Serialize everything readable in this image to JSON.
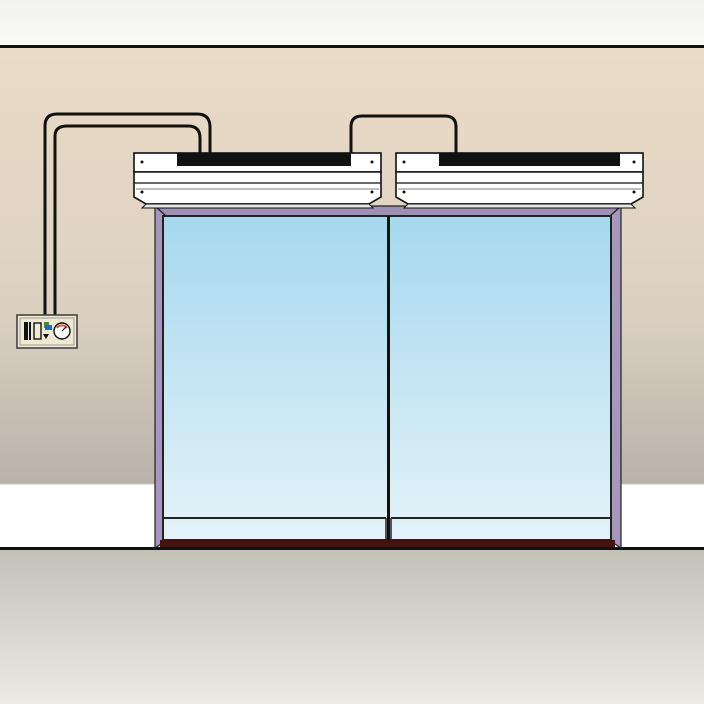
{
  "scene": {
    "title": "",
    "colors": {
      "ceiling": "#f6f6f4",
      "wall_top": "#eadbc6",
      "wall_mid": "#dcd1c1",
      "wall_bottom": "#b8b2aa",
      "baseboard": "#ffffff",
      "floor_top": "#c3c0b6",
      "floor_bottom": "#ede9e5",
      "door_frame": "#9e8fb5",
      "glass_top": "#a6d8ef",
      "glass_bottom": "#e4f3f8",
      "threshold": "#4a1010",
      "unit_body": "#ffffff",
      "unit_vent": "#111111",
      "cable": "#111111",
      "controller": "#efe9d4",
      "outline": "#111111"
    },
    "objects": {
      "air_curtain_units": [
        {
          "name": "air-curtain-unit-left",
          "icon": "air-curtain-icon"
        },
        {
          "name": "air-curtain-unit-right",
          "icon": "air-curtain-icon"
        }
      ],
      "door": {
        "type": "sliding-glass-door",
        "panels": 2
      },
      "controller": {
        "name": "wall-control-panel",
        "icon": "thermostat-icon"
      },
      "cables": 2
    }
  }
}
